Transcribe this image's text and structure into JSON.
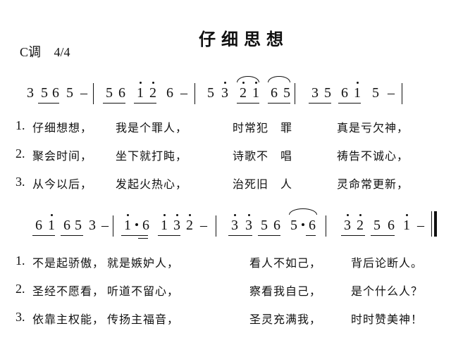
{
  "title": "仔细思想",
  "key": {
    "tonality": "C调",
    "time_signature": "4/4"
  },
  "systems": [
    {
      "notation_text": "3 5 6 5 - | 5 6 i̇ 2̇ 6 - | 5 3̇ 2̇ i̇ 6 5 | 3 5 6 i̇ 5 - |",
      "notes": [
        {
          "d": "3"
        },
        {
          "d": "5"
        },
        {
          "d": "6"
        },
        {
          "d": "5"
        },
        {
          "d": "–"
        },
        {
          "d": "5"
        },
        {
          "d": "6"
        },
        {
          "d": "1",
          "hi": true
        },
        {
          "d": "2",
          "hi": true
        },
        {
          "d": "6"
        },
        {
          "d": "–"
        },
        {
          "d": "5"
        },
        {
          "d": "3",
          "hi": true
        },
        {
          "d": "2",
          "hi": true
        },
        {
          "d": "1",
          "hi": true
        },
        {
          "d": "6"
        },
        {
          "d": "5"
        },
        {
          "d": "3"
        },
        {
          "d": "5"
        },
        {
          "d": "6"
        },
        {
          "d": "1",
          "hi": true
        },
        {
          "d": "5"
        },
        {
          "d": "–"
        }
      ],
      "lyrics": [
        {
          "verse": "1.",
          "segments": [
            "仔细想想，",
            "我是个罪人，",
            "时常犯　罪",
            "真是亏欠神，"
          ]
        },
        {
          "verse": "2.",
          "segments": [
            "聚会时间，",
            "坐下就打盹，",
            "诗歌不　唱",
            "祷告不诚心，"
          ]
        },
        {
          "verse": "3.",
          "segments": [
            "从今以后，",
            "发起火热心，",
            "治死旧　人",
            "灵命常更新，"
          ]
        }
      ]
    },
    {
      "notation_text": "6 i̇ 6 5 3 - | i̇·6 i̇ 3̇ 2̇ - | 3̇ 3̇ 5 6 5·6 | 3̇ 2̇ 5 6 i̇ - ‖",
      "notes": [
        {
          "d": "6"
        },
        {
          "d": "1",
          "hi": true
        },
        {
          "d": "6"
        },
        {
          "d": "5"
        },
        {
          "d": "3"
        },
        {
          "d": "–"
        },
        {
          "d": "1",
          "hi": true
        },
        {
          "d": "·"
        },
        {
          "d": "6"
        },
        {
          "d": "1",
          "hi": true
        },
        {
          "d": "3",
          "hi": true
        },
        {
          "d": "2",
          "hi": true
        },
        {
          "d": "–"
        },
        {
          "d": "3",
          "hi": true
        },
        {
          "d": "3",
          "hi": true
        },
        {
          "d": "5"
        },
        {
          "d": "6"
        },
        {
          "d": "5"
        },
        {
          "d": "·"
        },
        {
          "d": "6"
        },
        {
          "d": "3",
          "hi": true
        },
        {
          "d": "2",
          "hi": true
        },
        {
          "d": "5"
        },
        {
          "d": "6"
        },
        {
          "d": "1",
          "hi": true
        },
        {
          "d": "–"
        }
      ],
      "lyrics": [
        {
          "verse": "1.",
          "segments": [
            "不是起骄傲，",
            "就是嫉妒人，",
            "看人不如己，",
            "背后论断人。"
          ]
        },
        {
          "verse": "2.",
          "segments": [
            "圣经不愿看，",
            "听道不留心，",
            "察看我自己，",
            "是个什么人？"
          ]
        },
        {
          "verse": "3.",
          "segments": [
            "依靠主权能，",
            "传扬主福音，",
            "圣灵充满我，",
            "时时赞美神！"
          ]
        }
      ]
    }
  ]
}
